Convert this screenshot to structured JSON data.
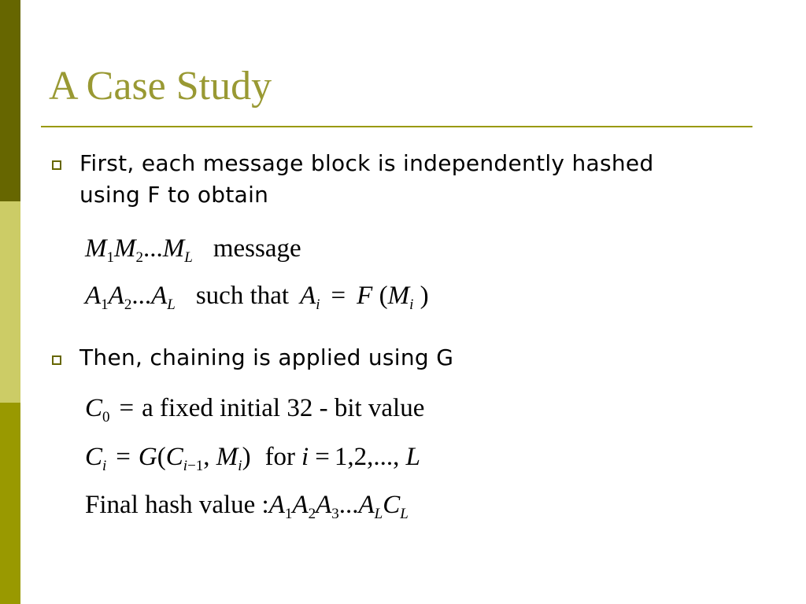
{
  "slide": {
    "title": "A Case Study",
    "bullets": [
      "First, each message block is independently hashed using F to obtain",
      "Then, chaining is applied using G"
    ],
    "eq": {
      "msg_label": "message",
      "such_that": "such that",
      "fixed_value": "a fixed initial 32 - bit value",
      "for_word": "for",
      "range": "1,2,...,",
      "final_label": "Final hash value :",
      "op_eq": "=",
      "dots": "..."
    }
  },
  "colors": {
    "sidebar_dark": "#666600",
    "sidebar_light": "#cccc66",
    "sidebar_mid": "#999900",
    "title": "#999933",
    "rule": "#999900",
    "bullet": "#666600"
  }
}
